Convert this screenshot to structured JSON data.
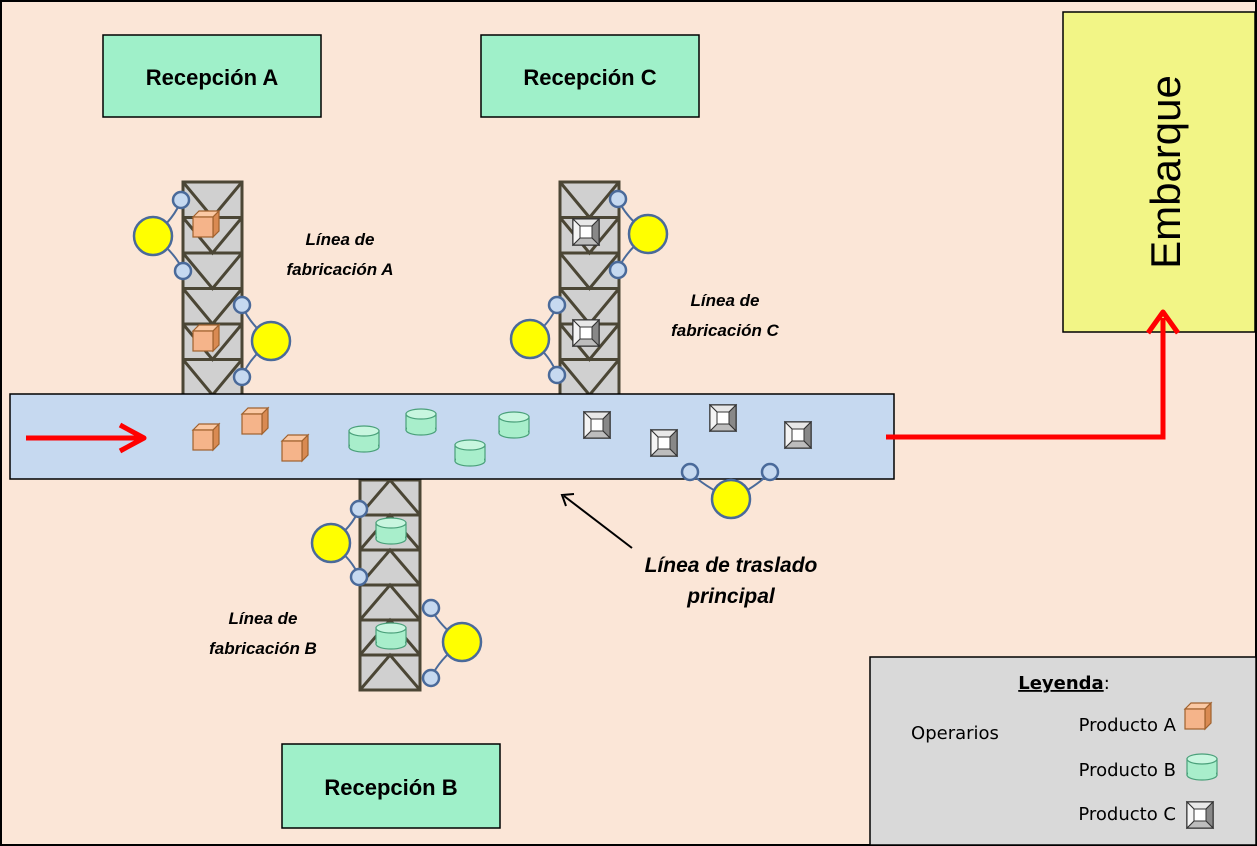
{
  "stations": {
    "reception_a": "Recepción A",
    "reception_b": "Recepción B",
    "reception_c": "Recepción C",
    "shipping": "Embarque"
  },
  "lines": {
    "line_a": [
      "Línea de",
      "fabricación A"
    ],
    "line_b": [
      "Línea de",
      "fabricación B"
    ],
    "line_c": [
      "Línea de",
      "fabricación C"
    ],
    "main": [
      "Línea de traslado",
      "principal"
    ]
  },
  "legend": {
    "title": "Leyenda",
    "title_suffix": ":",
    "operators": "Operarios",
    "product_a": "Producto A",
    "product_b": "Producto B",
    "product_c": "Producto C"
  },
  "colors": {
    "background": "#fbe6d7",
    "reception_fill": "#9ff0c9",
    "shipping_fill": "#f2f586",
    "main_line_fill": "#c6d9f0",
    "conveyor_fill": "#d0d0d0",
    "conveyor_truss": "#4b4635",
    "product_a": "#f5b48a",
    "product_b": "#a8eecb",
    "product_c": "#ffffff",
    "operator": "#ffff00",
    "operator_link": "#4a6a9a",
    "flow_arrow": "#ff0000",
    "legend_fill": "#d9d9d9"
  },
  "icons": [
    "product-a-box-icon",
    "product-b-cylinder-icon",
    "product-c-frame-icon",
    "operator-icon",
    "flow-arrow-icon"
  ]
}
